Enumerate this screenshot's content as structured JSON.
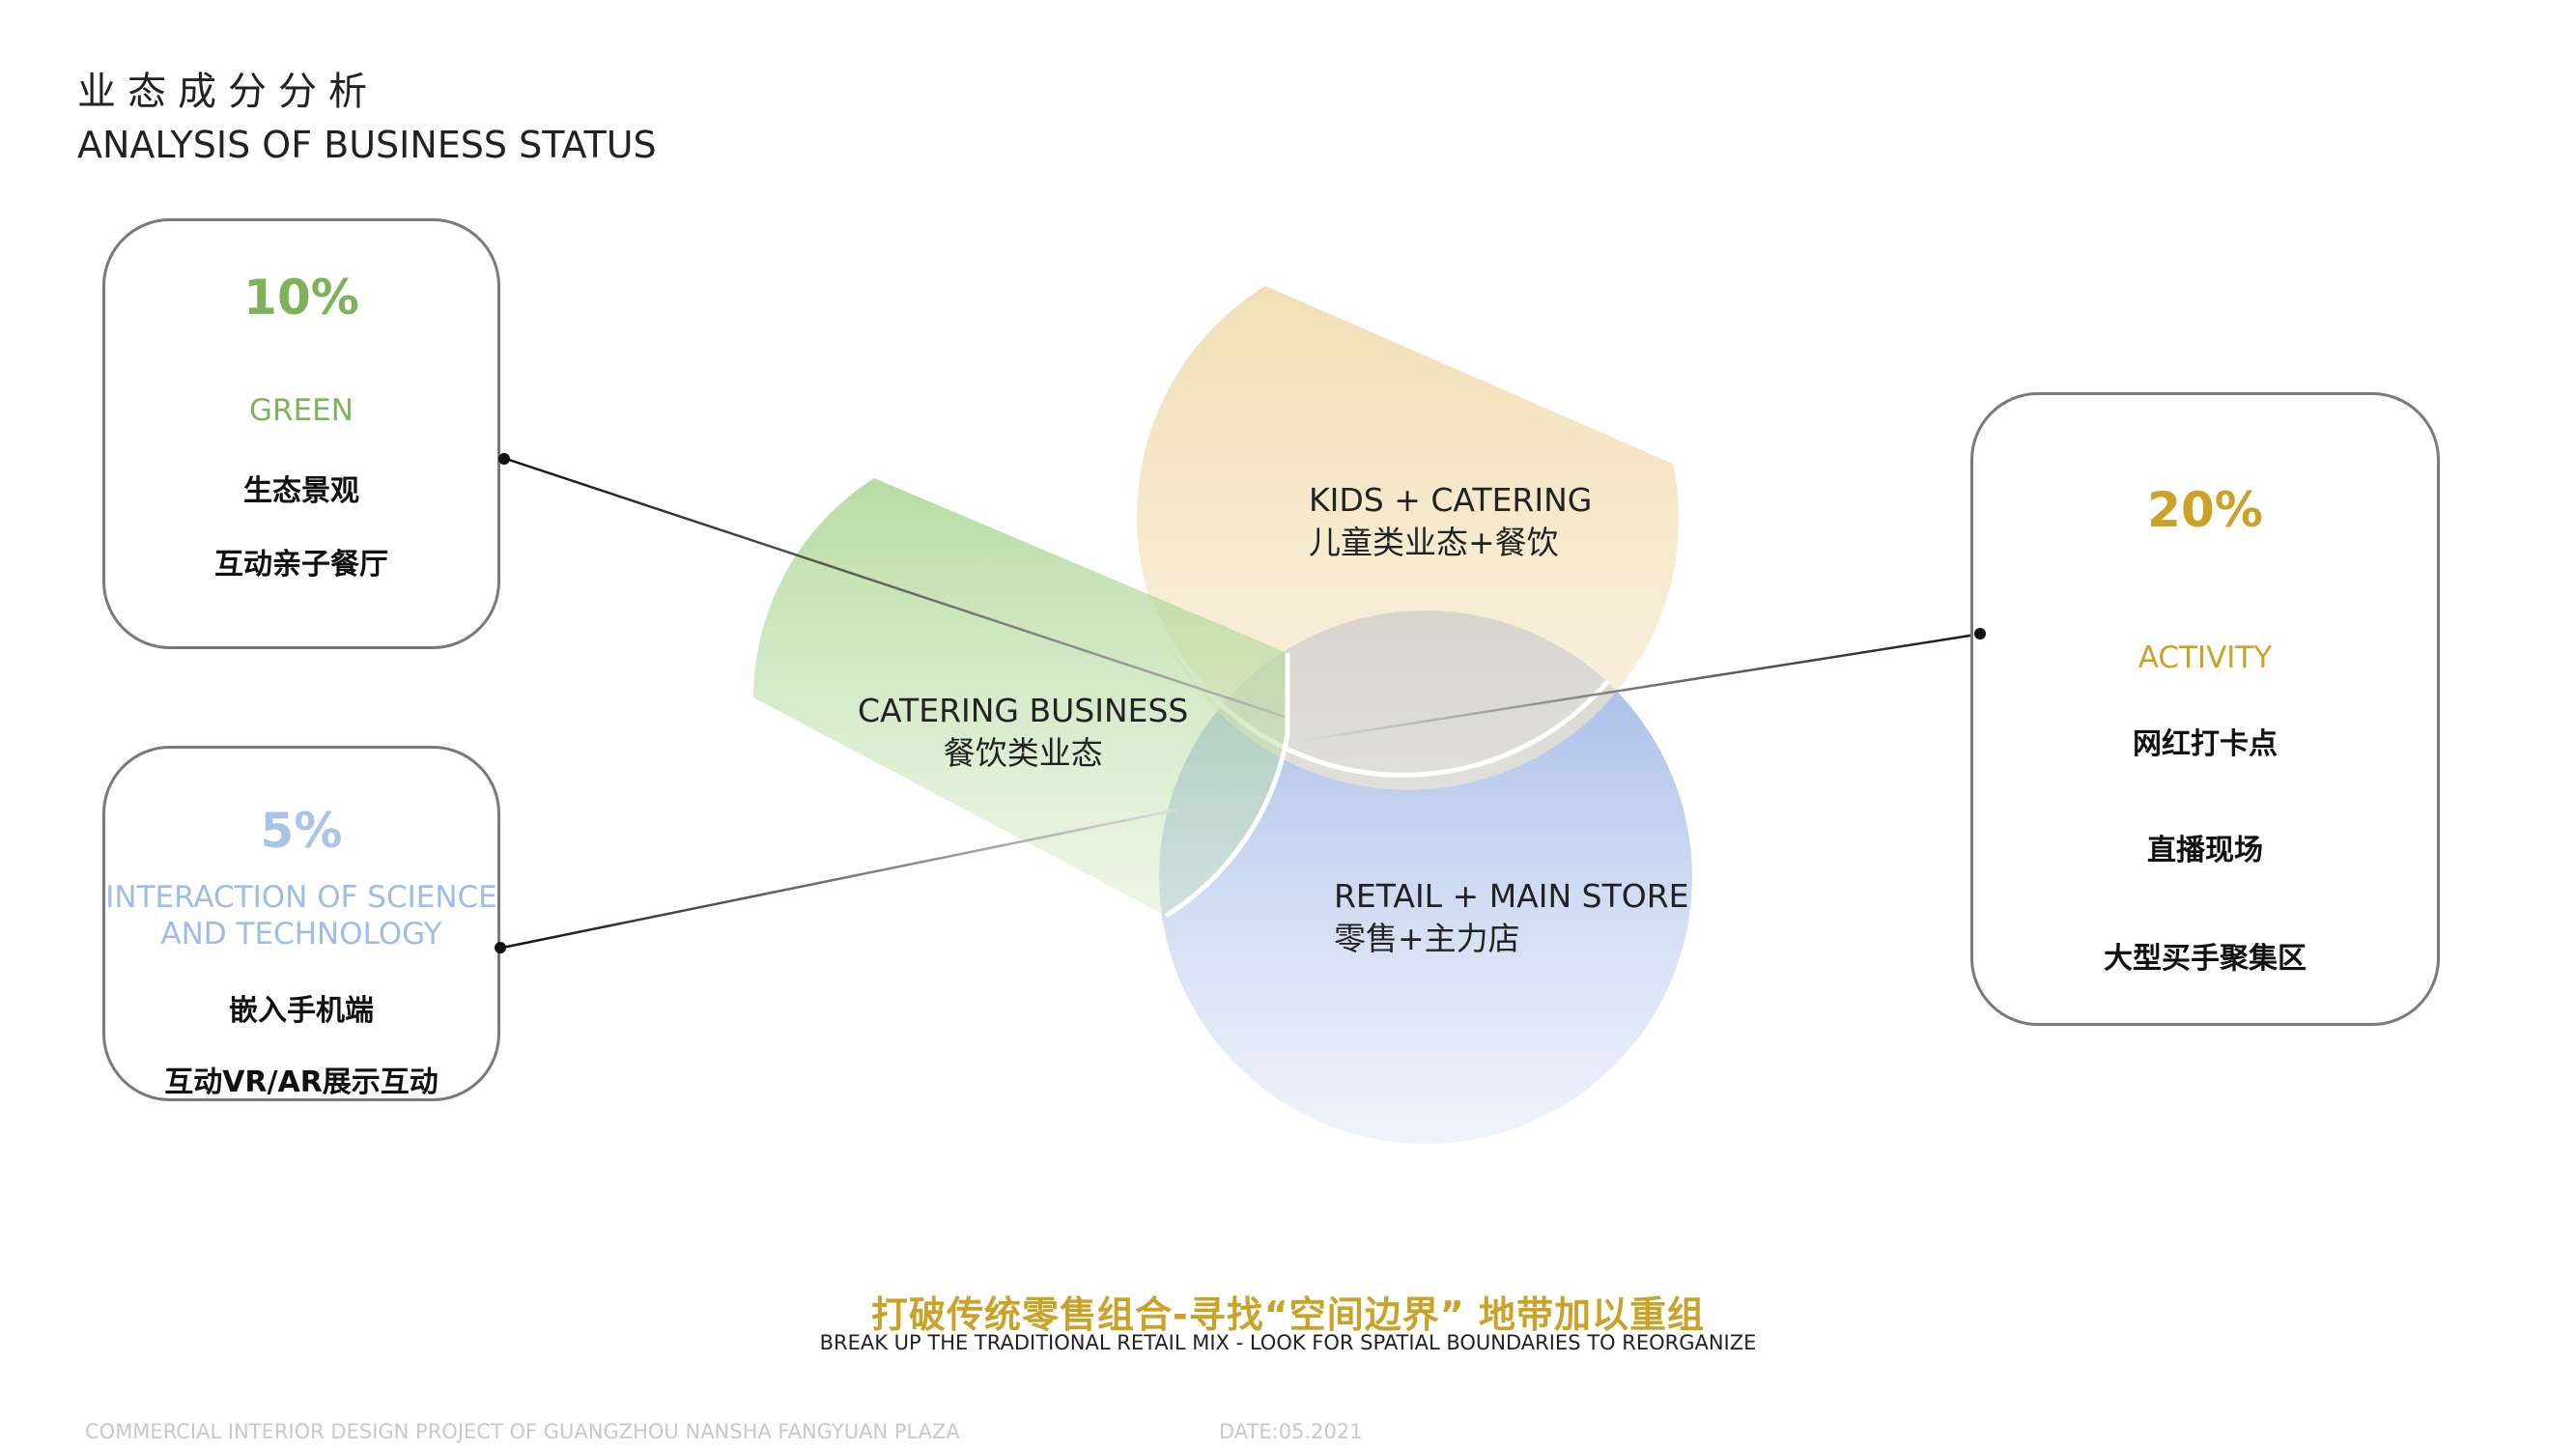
{
  "header": {
    "title_cn": "业态成分分析",
    "title_en": "ANALYSIS OF BUSINESS STATUS"
  },
  "cards": {
    "green": {
      "percent": "10%",
      "category": "GREEN",
      "items": [
        "生态景观",
        "互动亲子餐厅"
      ],
      "color": "#7fb35a"
    },
    "tech": {
      "percent": "5%",
      "category_line1": "INTERACTION OF SCIENCE",
      "category_line2": "AND TECHNOLOGY",
      "items": [
        "嵌入手机端",
        "互动VR/AR展示互动"
      ],
      "color": "#a9c4e6"
    },
    "activity": {
      "percent": "20%",
      "category": "ACTIVITY",
      "items": [
        "网红打卡点",
        "直播现场",
        "大型买手聚集区"
      ],
      "color": "#c9a227"
    }
  },
  "venn": {
    "kids": {
      "en": "KIDS + CATERING",
      "cn": "儿童类业态+餐饮",
      "color": "#efd9a8"
    },
    "catering": {
      "en": "CATERING BUSINESS",
      "cn": "餐饮类业态",
      "color": "#9fd083"
    },
    "retail": {
      "en": "RETAIL + MAIN STORE",
      "cn": "零售+主力店",
      "color": "#9db6e4"
    }
  },
  "slogan": {
    "cn": "打破传统零售组合-寻找“空间边界” 地带加以重组",
    "en": "BREAK UP THE TRADITIONAL RETAIL MIX - LOOK FOR SPATIAL BOUNDARIES TO REORGANIZE"
  },
  "footer": {
    "project": "COMMERCIAL INTERIOR DESIGN PROJECT OF GUANGZHOU NANSHA FANGYUAN PLAZA",
    "date": "DATE:05.2021"
  }
}
